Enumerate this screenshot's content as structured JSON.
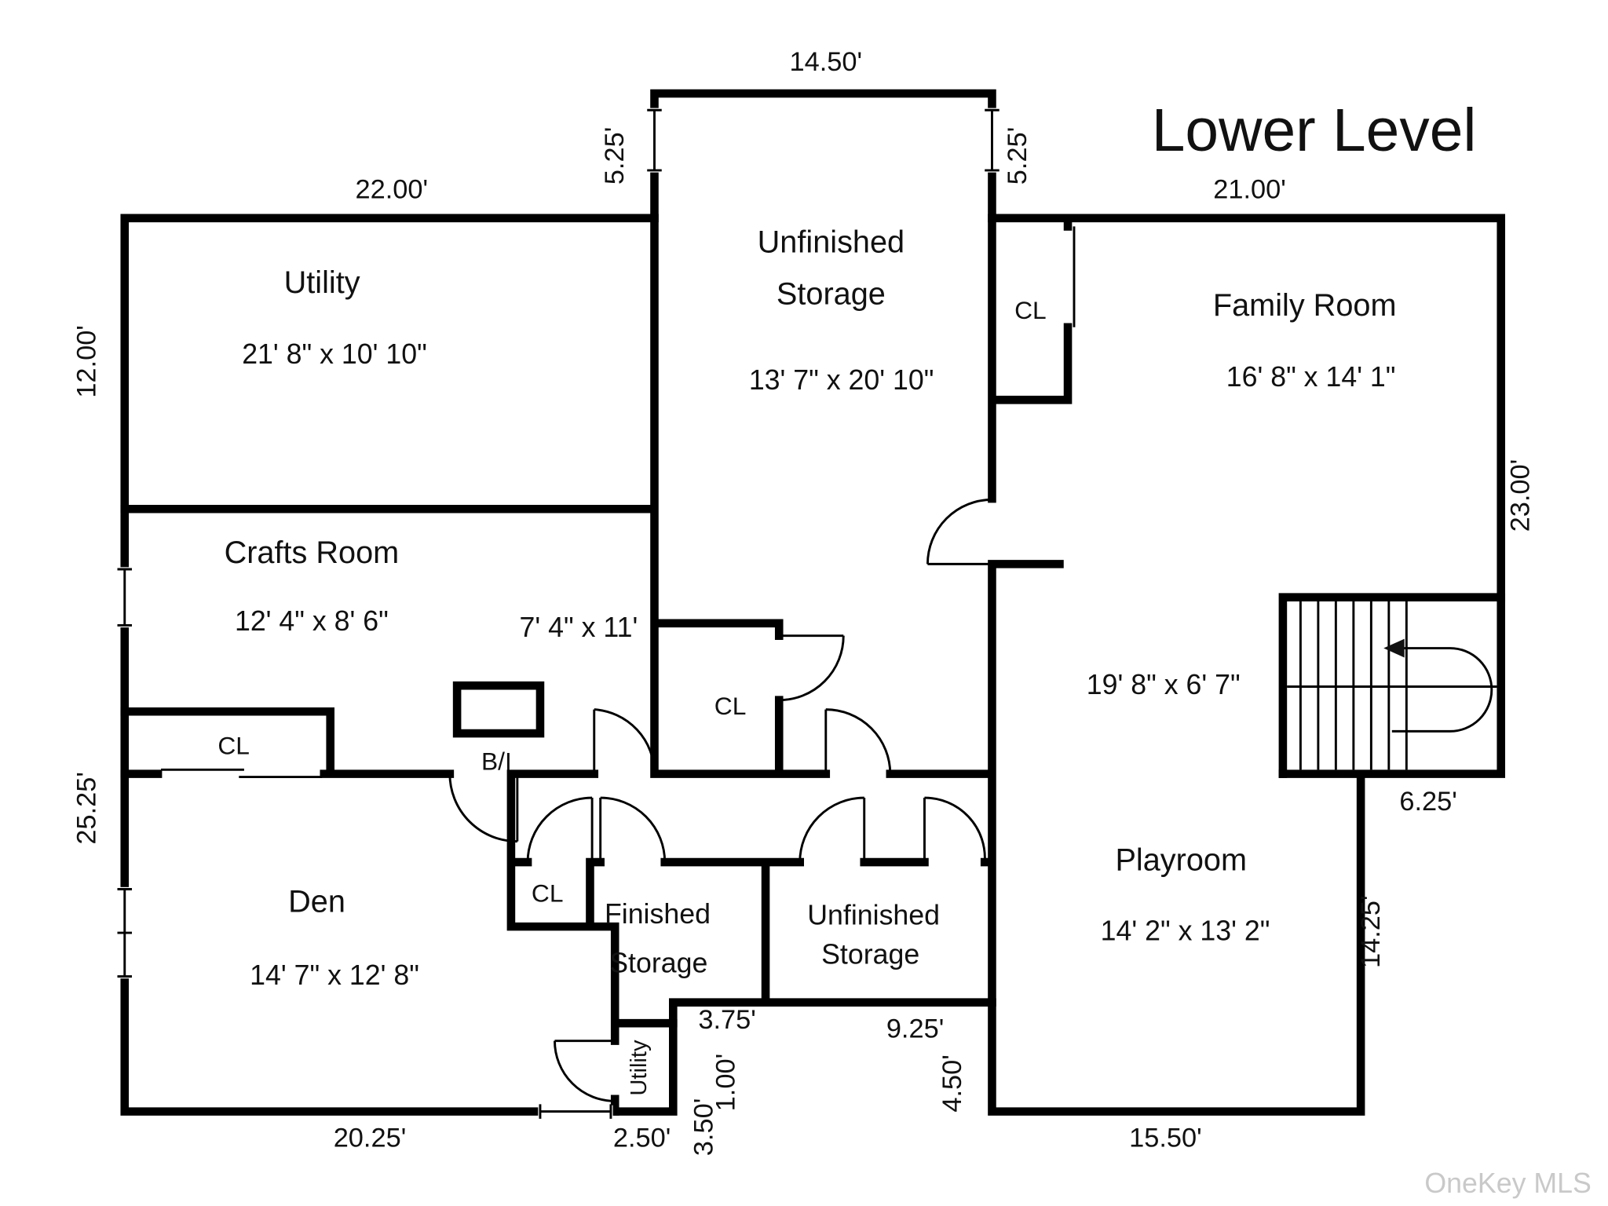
{
  "page": {
    "title": "Lower Level",
    "watermark": "OneKey MLS"
  },
  "rooms": {
    "utility": {
      "name": "Utility",
      "dims": "21' 8\" x 10' 10\""
    },
    "unfinished_storage_top": {
      "line1": "Unfinished",
      "line2": "Storage",
      "dims": "13' 7\" x 20' 10\""
    },
    "closet_top": {
      "label": "CL"
    },
    "family_room": {
      "name": "Family Room",
      "dims": "16' 8\" x 14' 1\""
    },
    "crafts_room": {
      "name": "Crafts Room",
      "dims": "12' 4\" x 8' 6\"",
      "dims_alcove": "7' 4\" x 11'"
    },
    "closet_left": {
      "label": "CL"
    },
    "built_in": {
      "label": "B/I"
    },
    "closet_center": {
      "label": "CL"
    },
    "hall": {
      "dims": "19' 8\" x 6' 7\""
    },
    "den": {
      "name": "Den",
      "dims": "14' 7\" x 12' 8\""
    },
    "closet_small": {
      "label": "CL"
    },
    "finished_storage": {
      "line1": "Finished",
      "line2": "Storage"
    },
    "unfinished_storage_lower": {
      "line1": "Unfinished",
      "line2": "Storage"
    },
    "playroom": {
      "name": "Playroom",
      "dims": "14' 2\" x 13' 2\""
    },
    "utility_small": {
      "name": "Utility"
    }
  },
  "dimensions": {
    "storage_top_width": "14.50'",
    "storage_inset_left": "5.25'",
    "storage_inset_right": "5.25'",
    "utility_top_width": "22.00'",
    "family_top_width": "21.00'",
    "left_upper_height": "12.00'",
    "left_lower_height": "25.25'",
    "right_height": "23.00'",
    "below_stairs_width": "6.25'",
    "right_lower_height": "14.25'",
    "den_bottom_width": "20.25'",
    "utility_small_width": "2.50'",
    "utility_small_height": "3.50'",
    "bottom_jog": "1.00'",
    "finished_storage_bottom": "3.75'",
    "unfinished_storage_bottom": "9.25'",
    "playroom_step": "4.50'",
    "playroom_bottom_width": "15.50'"
  }
}
